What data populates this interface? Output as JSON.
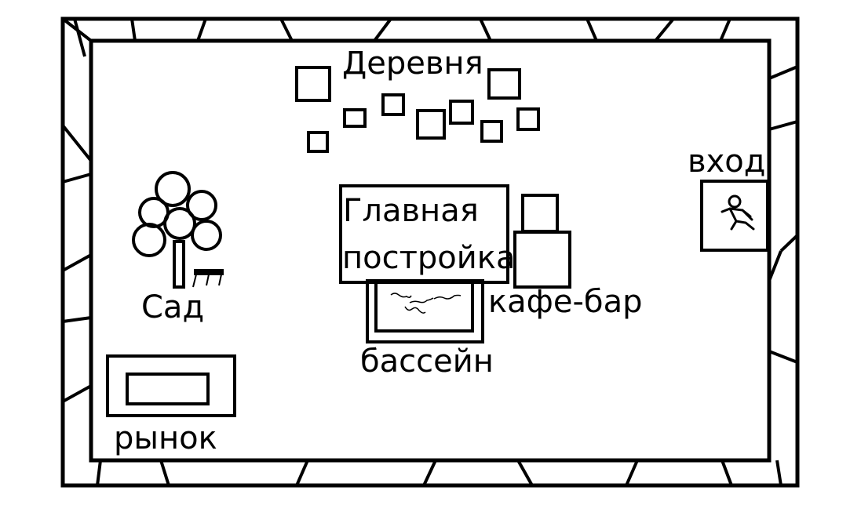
{
  "map": {
    "labels": {
      "village": "Деревня",
      "entrance": "вход",
      "main_building_line1": "Главная",
      "main_building_line2": "постройка",
      "cafe_bar": "кафе-бар",
      "pool": "бассейн",
      "garden": "Сад",
      "market": "рынок"
    },
    "colors": {
      "ink": "#000000",
      "background": "#ffffff"
    }
  }
}
